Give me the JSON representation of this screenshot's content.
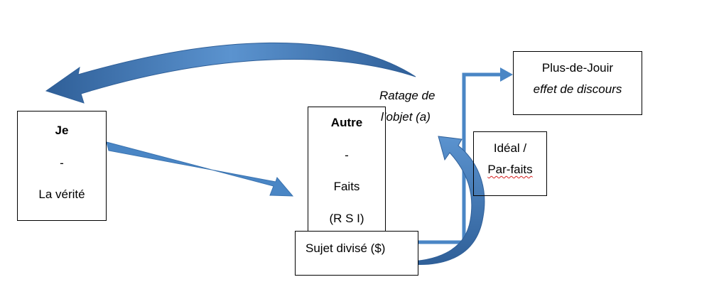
{
  "je_box": {
    "title": "Je",
    "dash": "-",
    "subtitle": "La vérité"
  },
  "autre_box": {
    "title": "Autre",
    "dash": "-",
    "line1": "Faits",
    "line2": "(R S I)"
  },
  "sujet_box": {
    "label": "Sujet divisé ($)"
  },
  "plus_box": {
    "line1": "Plus-de-Jouir",
    "line2": "effet de discours"
  },
  "ideal_box": {
    "line1": "Idéal /",
    "line2": "Par-faits"
  },
  "ratage": {
    "line1": "Ratage de",
    "line2": "l’objet (a)"
  },
  "colors": {
    "arrow": "#4a86c5",
    "arrow_dark": "#2f5f98",
    "border": "#000000"
  }
}
